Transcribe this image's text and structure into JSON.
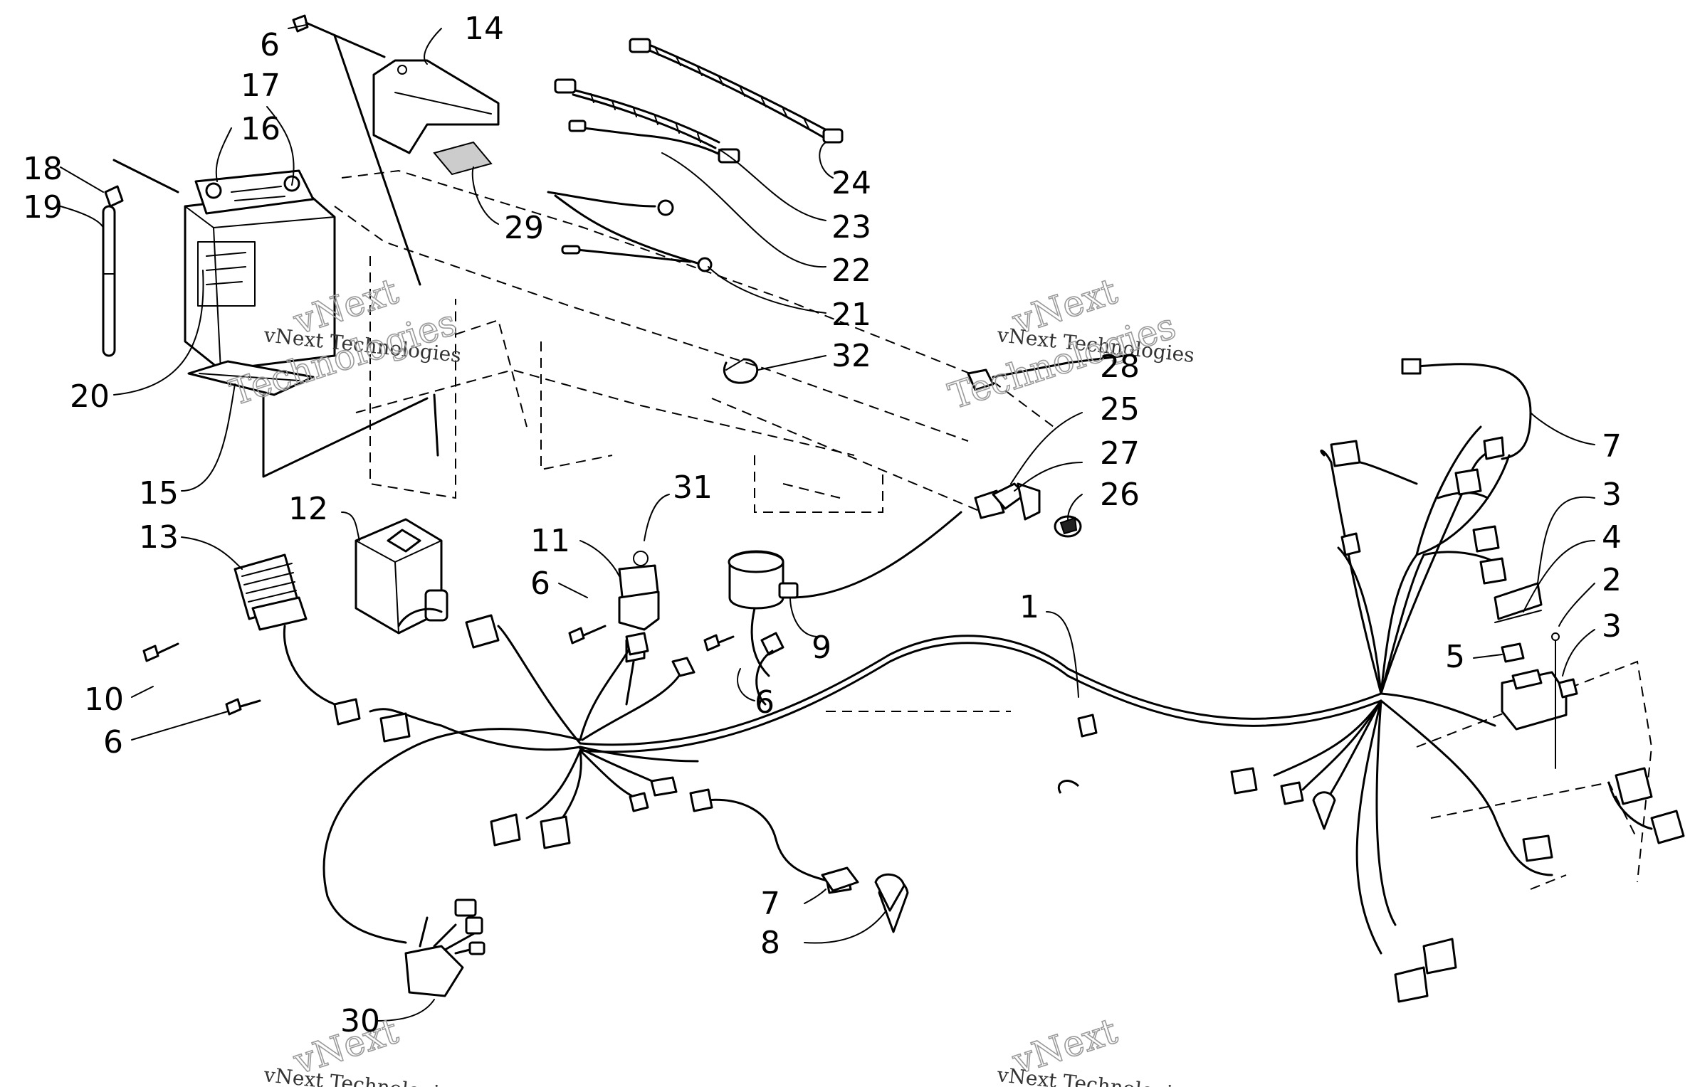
{
  "callouts": {
    "c1": "1",
    "c2": "2",
    "c3a": "3",
    "c3b": "3",
    "c4": "4",
    "c5": "5",
    "c6a": "6",
    "c6b": "6",
    "c6c": "6",
    "c6d": "6",
    "c7a": "7",
    "c7b": "7",
    "c8": "8",
    "c9": "9",
    "c10": "10",
    "c11": "11",
    "c12": "12",
    "c13": "13",
    "c14": "14",
    "c15": "15",
    "c16": "16",
    "c17": "17",
    "c18": "18",
    "c19": "19",
    "c20": "20",
    "c21": "21",
    "c22": "22",
    "c23": "23",
    "c24": "24",
    "c25": "25",
    "c26": "26",
    "c27": "27",
    "c28": "28",
    "c29": "29",
    "c30": "30",
    "c31": "31",
    "c32": "32"
  },
  "watermark": {
    "brand": "vNext",
    "word": "Technologies",
    "full": "vNext Technologies"
  }
}
